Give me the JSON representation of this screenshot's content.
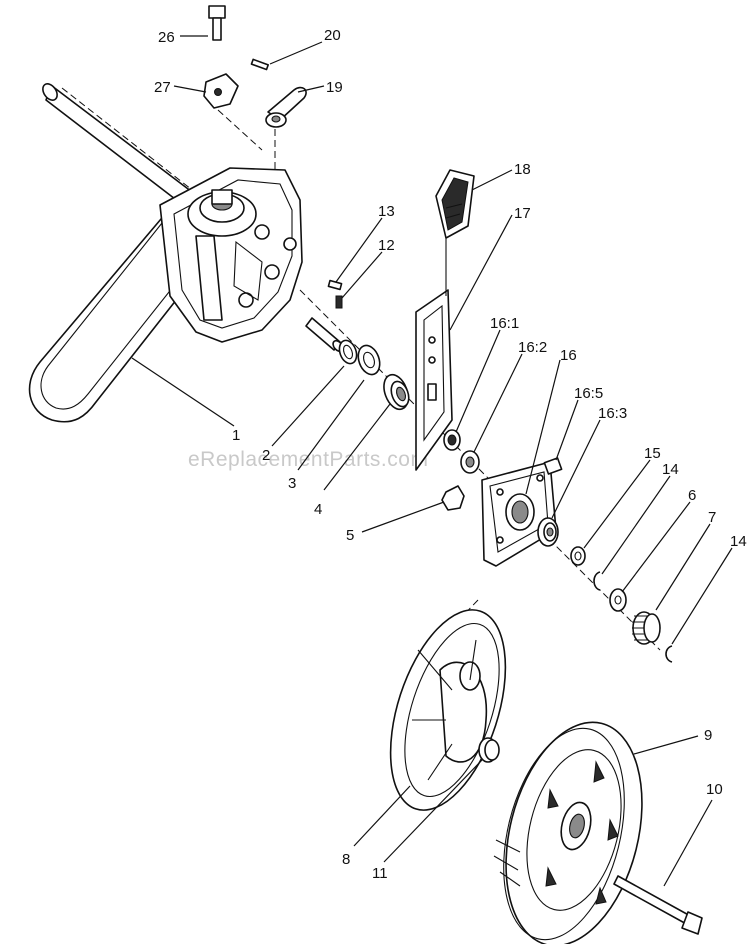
{
  "watermark": "eReplacementParts.com",
  "callouts": {
    "c26": "26",
    "c20": "20",
    "c27": "27",
    "c19": "19",
    "c18": "18",
    "c17": "17",
    "c13": "13",
    "c12": "12",
    "c16_1": "16:1",
    "c16_2": "16:2",
    "c16": "16",
    "c16_5": "16:5",
    "c16_3": "16:3",
    "c15": "15",
    "c14a": "14",
    "c6": "6",
    "c7": "7",
    "c14b": "14",
    "c1": "1",
    "c2": "2",
    "c3": "3",
    "c4": "4",
    "c5": "5",
    "c9": "9",
    "c10": "10",
    "c8": "8",
    "c11": "11"
  }
}
